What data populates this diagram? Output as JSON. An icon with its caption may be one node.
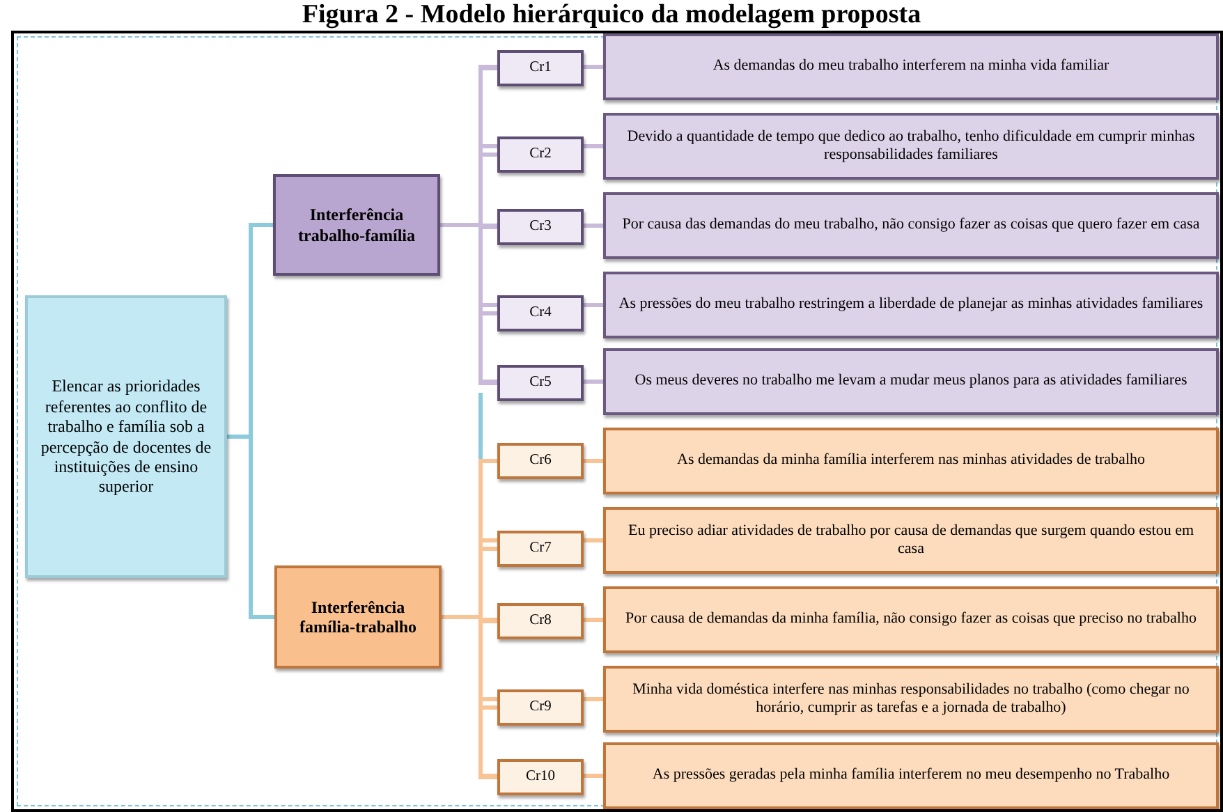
{
  "diagram": {
    "title": "Figura 2 - Modelo hierárquico da modelagem proposta",
    "nodes": [
      {
        "text": [
          "Elencar as prioridades referentes ao conflito de trabalho e família sob a percepção de docentes de instituições de ensino superior"
        ]
      },
      {
        "text": [
          "Interferência trabalho-família"
        ]
      },
      {
        "text": [
          "Interferência família-trabalho"
        ]
      },
      {
        "text": [
          "Cr1"
        ]
      },
      {
        "text": [
          "Cr2"
        ]
      },
      {
        "text": [
          "Cr3"
        ]
      },
      {
        "text": [
          "Cr4"
        ]
      },
      {
        "text": [
          "Cr5"
        ]
      },
      {
        "text": [
          "Cr6"
        ]
      },
      {
        "text": [
          "Cr7"
        ]
      },
      {
        "text": [
          "Cr8"
        ]
      },
      {
        "text": [
          "Cr9"
        ]
      },
      {
        "text": [
          "Cr10"
        ]
      },
      {
        "text": [
          "As demandas do meu trabalho interferem na minha vida familiar"
        ]
      },
      {
        "text": [
          "Devido a quantidade de tempo que dedico ao trabalho, tenho dificuldade em cumprir minhas responsabilidades familiares"
        ]
      },
      {
        "text": [
          "Por causa das demandas do meu trabalho, não consigo fazer as coisas que quero fazer em casa"
        ]
      },
      {
        "text": [
          "As pressões do meu trabalho restringem a liberdade de planejar as minhas atividades familiares"
        ]
      },
      {
        "text": [
          "Os meus deveres no trabalho me levam a mudar meus planos para as atividades familiares"
        ]
      },
      {
        "text": [
          "As demandas da minha família interferem nas minhas atividades de trabalho"
        ]
      },
      {
        "text": [
          "Eu preciso adiar atividades de trabalho por causa de demandas que surgem quando estou em casa"
        ]
      },
      {
        "text": [
          "Por causa de demandas da minha família, não consigo fazer as coisas que preciso no trabalho"
        ]
      },
      {
        "text": [
          "Minha vida doméstica interfere nas minhas responsabilidades no trabalho (como chegar no horário, cumprir as tarefas e a jornada de trabalho)"
        ]
      },
      {
        "text": [
          "As pressões geradas pela minha família interferem no meu desempenho no Trabalho"
        ]
      }
    ],
    "edges": [
      {
        "from": 0,
        "to": 1,
        "arrow": "none",
        "color": "#8ccbdc"
      },
      {
        "from": 0,
        "to": 2,
        "arrow": "none",
        "color": "#8ccbdc"
      },
      {
        "from": 1,
        "to": 3,
        "arrow": "none",
        "color": "#c9bad9"
      },
      {
        "from": 1,
        "to": 4,
        "arrow": "none",
        "color": "#c9bad9"
      },
      {
        "from": 1,
        "to": 5,
        "arrow": "none",
        "color": "#c9bad9"
      },
      {
        "from": 1,
        "to": 6,
        "arrow": "none",
        "color": "#c9bad9"
      },
      {
        "from": 1,
        "to": 7,
        "arrow": "none",
        "color": "#c9bad9"
      },
      {
        "from": 2,
        "to": 8,
        "arrow": "none",
        "color": "#f9c495"
      },
      {
        "from": 2,
        "to": 9,
        "arrow": "none",
        "color": "#f9c495"
      },
      {
        "from": 2,
        "to": 10,
        "arrow": "none",
        "color": "#f9c495"
      },
      {
        "from": 2,
        "to": 11,
        "arrow": "none",
        "color": "#f9c495"
      },
      {
        "from": 2,
        "to": 12,
        "arrow": "none",
        "color": "#f9c495"
      },
      {
        "from": 3,
        "to": 13,
        "arrow": "none",
        "color": "#c9bad9"
      },
      {
        "from": 4,
        "to": 14,
        "arrow": "none",
        "color": "#c9bad9"
      },
      {
        "from": 5,
        "to": 15,
        "arrow": "none",
        "color": "#c9bad9"
      },
      {
        "from": 6,
        "to": 16,
        "arrow": "none",
        "color": "#c9bad9"
      },
      {
        "from": 7,
        "to": 17,
        "arrow": "none",
        "color": "#c9bad9"
      },
      {
        "from": 8,
        "to": 18,
        "arrow": "none",
        "color": "#f9c495"
      },
      {
        "from": 9,
        "to": 19,
        "arrow": "none",
        "color": "#f9c495"
      },
      {
        "from": 10,
        "to": 20,
        "arrow": "none",
        "color": "#f9c495"
      },
      {
        "from": 11,
        "to": 21,
        "arrow": "none",
        "color": "#f9c495"
      },
      {
        "from": 12,
        "to": 22,
        "arrow": "none",
        "color": "#f9c495"
      }
    ]
  }
}
